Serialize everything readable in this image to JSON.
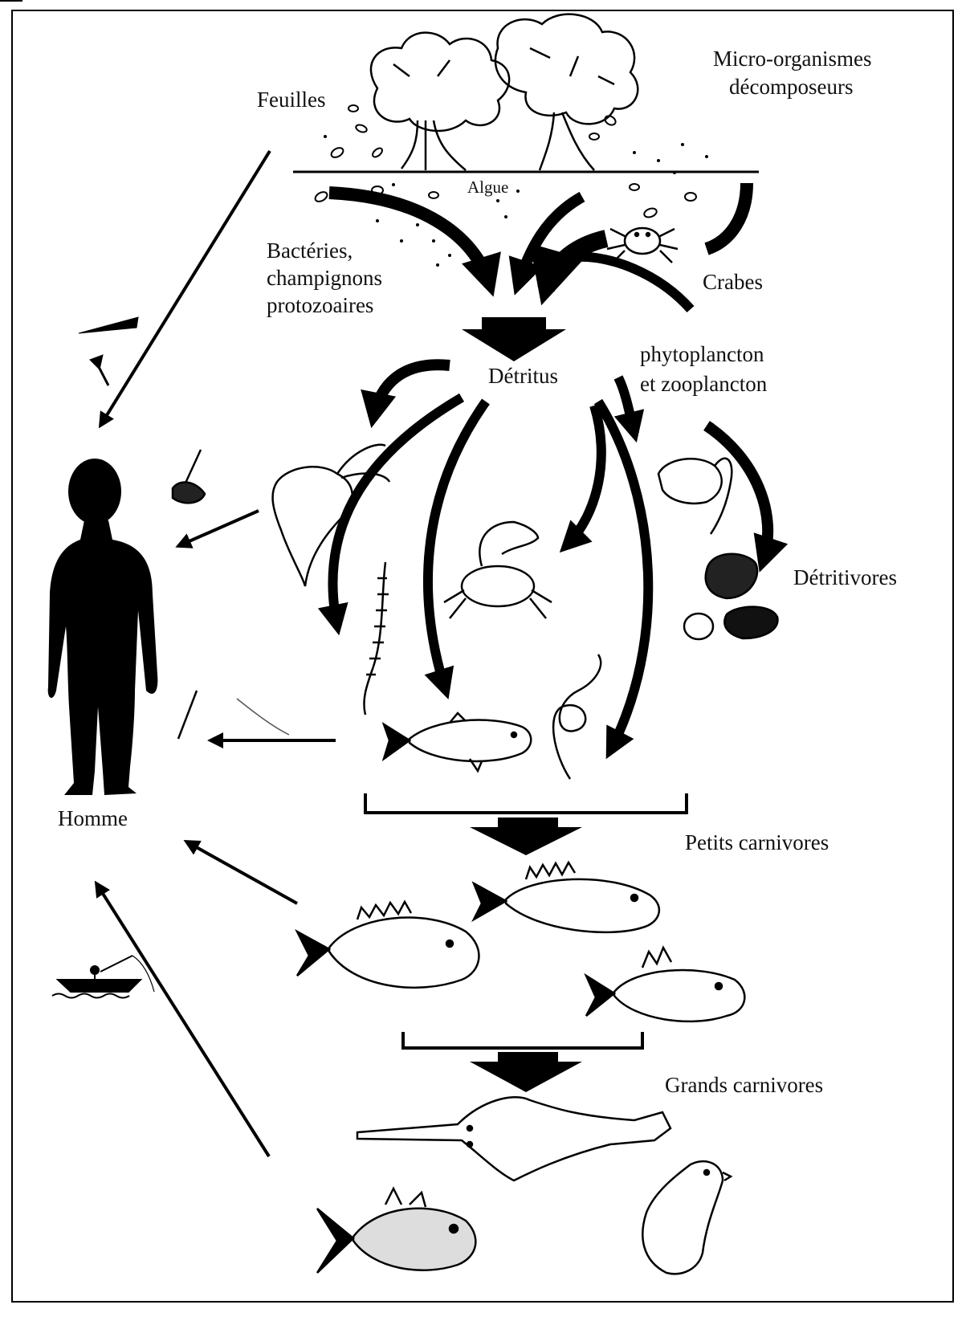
{
  "labels": {
    "feuilles": "Feuilles",
    "micro_line1": "Micro-organismes",
    "micro_line2": "décomposeurs",
    "algue": "Algue",
    "bacteries_line1": "Bactéries,",
    "bacteries_line2": "champignons",
    "bacteries_line3": "protozoaires",
    "crabes": "Crabes",
    "detritus": "Détritus",
    "plancton_line1": "phytoplancton",
    "plancton_line2": "et zooplancton",
    "detritivores": "Détritivores",
    "homme": "Homme",
    "petits_carnivores": "Petits carnivores",
    "grands_carnivores": "Grands carnivores"
  },
  "colors": {
    "ink": "#000000",
    "background": "#ffffff"
  }
}
